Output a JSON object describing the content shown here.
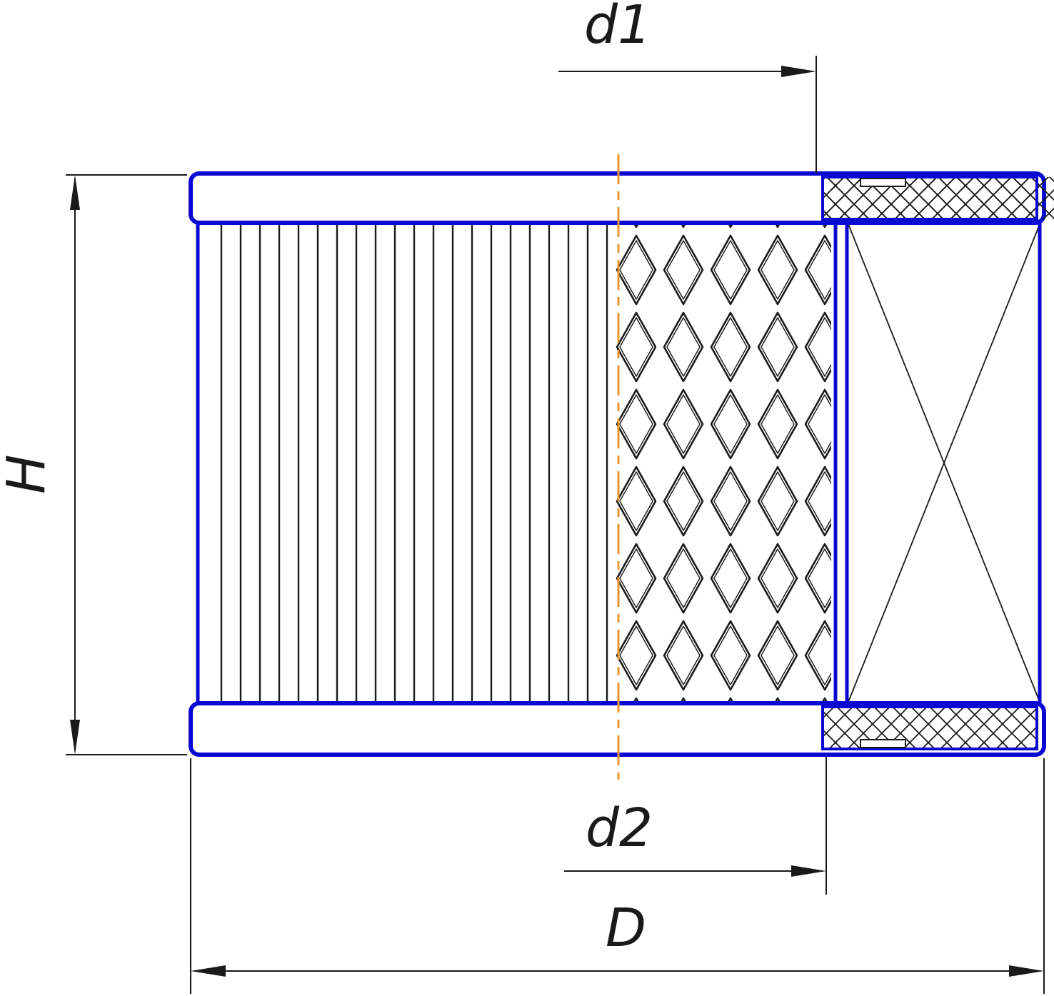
{
  "drawing": {
    "type": "technical-section-drawing",
    "subject": "filter-element-cross-section",
    "dimension_labels": {
      "d1": "d1",
      "d2": "d2",
      "D": "D",
      "H": "H"
    },
    "colors": {
      "outline_blue": "#0909d2",
      "line_black": "#1a1a1a",
      "centerline_orange": "#e8952f",
      "background": "#ffffff"
    },
    "patterns": {
      "pleated_media": "vertical-pleat-lines",
      "inner_core": "expanded-metal-diamond-mesh",
      "end_seals": "crosshatch-section",
      "unsectioned_side": "diagonal-cross"
    }
  }
}
